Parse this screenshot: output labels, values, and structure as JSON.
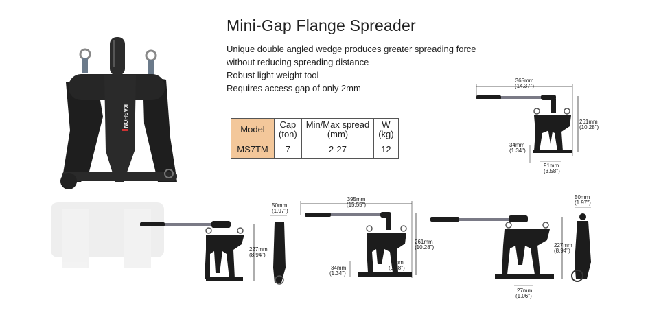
{
  "title": "Mini-Gap Flange Spreader",
  "features": [
    "Unique double angled wedge produces greater spreading force",
    "without reducing spreading distance",
    "Robust light weight tool",
    "Requires access gap of only 2mm"
  ],
  "spec_table": {
    "headers": {
      "model": "Model",
      "cap": "Cap",
      "cap_unit": "(ton)",
      "spread": "Min/Max spread",
      "spread_unit": "(mm)",
      "weight": "W",
      "weight_unit": "(kg)"
    },
    "row": {
      "model": "MS7TM",
      "cap": "7",
      "spread": "2-27",
      "weight": "12"
    }
  },
  "brand_text": "KASHON",
  "diagrams": {
    "top_right": {
      "width_mm": "365mm",
      "width_in": "(14.37\")",
      "height_mm": "261mm",
      "height_in": "(10.28\")",
      "gap_mm": "34mm",
      "gap_in": "(1.34\")",
      "base_mm": "91mm",
      "base_in": "(3.58\")"
    },
    "bottom_left": {
      "height_mm": "227mm",
      "height_in": "(8.94\")",
      "depth_mm": "50mm",
      "depth_in": "(1.97\")"
    },
    "bottom_middle": {
      "width_mm": "395mm",
      "width_in": "(15.55\")",
      "height_mm": "261mm",
      "height_in": "(10.28\")",
      "gap_mm": "34mm",
      "gap_in": "(1.34\")",
      "tip_mm": "2mm",
      "tip_in": "(0.08\")"
    },
    "bottom_right": {
      "height_mm": "227mm",
      "height_in": "(8.94\")",
      "base_mm": "27mm",
      "base_in": "(1.06\")",
      "depth_mm": "50mm",
      "depth_in": "(1.97\")"
    }
  },
  "colors": {
    "model_cell": "#f3c79a",
    "tool_body": "#1c1c1c",
    "handle_grey": "#7a7a86"
  }
}
